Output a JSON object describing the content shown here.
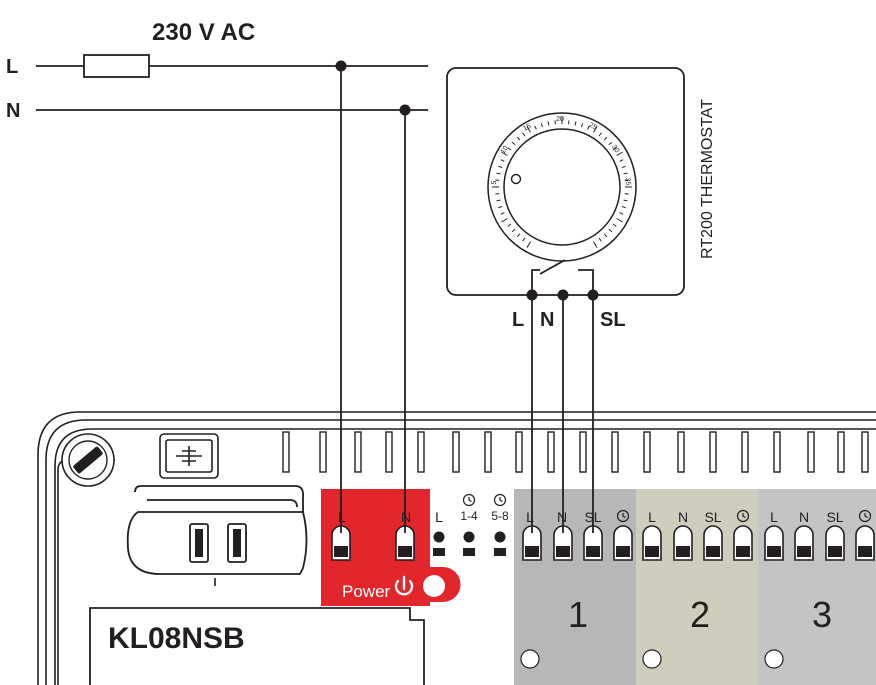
{
  "supply": {
    "voltage_label": "230 V AC",
    "line_label": "L",
    "neutral_label": "N"
  },
  "thermostat": {
    "model_label": "RT200 THERMOSTAT",
    "dial_scale": [
      "5",
      "10",
      "15",
      "20",
      "25",
      "30",
      "35"
    ],
    "terminals": [
      "L",
      "N",
      "SL"
    ]
  },
  "controller": {
    "model": "KL08NSB",
    "power_label": "Power",
    "power_terminals": [
      "L",
      "N"
    ],
    "aux_terminals": [
      "L",
      "1-4",
      "5-8"
    ],
    "zones": [
      {
        "number": "1",
        "terminals": [
          "L",
          "N",
          "SL"
        ],
        "color": "#b7b7b7"
      },
      {
        "number": "2",
        "terminals": [
          "L",
          "N",
          "SL"
        ],
        "color": "#cfcdbb"
      },
      {
        "number": "3",
        "terminals": [
          "L",
          "N",
          "SL"
        ],
        "color": "#c4c4c4"
      }
    ]
  },
  "colors": {
    "power_block": "#e3262b",
    "wire": "#231f20"
  }
}
